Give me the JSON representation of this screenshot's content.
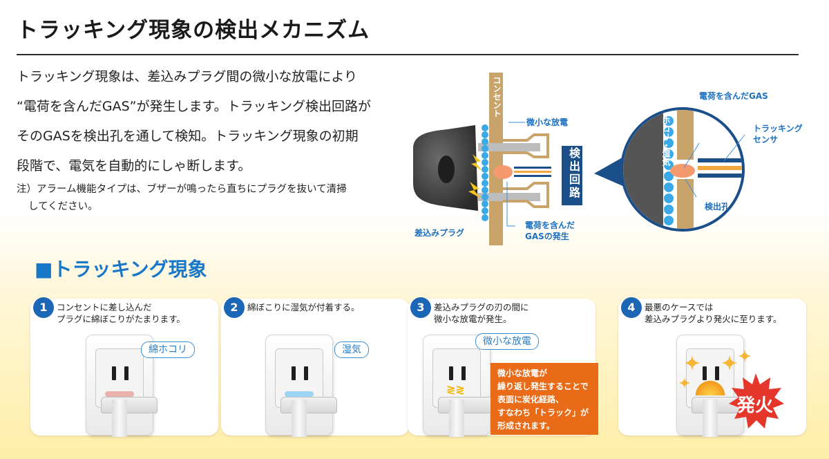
{
  "title": "トラッキング現象の検出メカニズム",
  "intro": {
    "lines": [
      "トラッキング現象は、差込みプラグ間の微小な放電により",
      "“電荷を含んだGAS”が発生します。トラッキング検出回路が",
      "そのGASを検出孔を通して検知。トラッキング現象の初期",
      "段階で、電気を自動的にしゃ断します。"
    ],
    "note_line1": "注）アラーム機能タイプは、ブザーが鳴ったら直ちにプラグを抜いて清掃",
    "note_line2": "してください。"
  },
  "diagram": {
    "outlet_label": "コンセント",
    "discharge_label": "微小な放電",
    "circuit_label": "検出回路",
    "plug_label": "差込みプラグ",
    "gas_gen_line1": "電荷を含んだ",
    "gas_gen_line2": "GASの発生",
    "zoom_gas_label": "電荷を含んだGAS",
    "zoom_sensor_line1": "トラッキング",
    "zoom_sensor_line2": "センサ",
    "zoom_dust_label": "ホコリ・湿気",
    "zoom_hole_label": "検出孔"
  },
  "section_title": "■トラッキング現象",
  "steps": [
    {
      "num": "1",
      "line1": "コンセントに差し込んだ",
      "line2": "プラグに綿ぼこりがたまります。",
      "callout": "綿ホコリ"
    },
    {
      "num": "2",
      "line1": "綿ぼこりに湿気が付着する。",
      "line2": "",
      "callout": "湿気"
    },
    {
      "num": "3",
      "line1": "差込みプラグの刃の間に",
      "line2": "微小な放電が発生。",
      "callout": "微小な放電",
      "box_lines": [
        "微小な放電が",
        "繰り返し発生することで",
        "表面に炭化経路、",
        "すなわち「トラック」が",
        "形成されます。"
      ]
    },
    {
      "num": "4",
      "line1": "最悪のケースでは",
      "line2": "差込みプラグより発火に至ります。",
      "callout": "",
      "fire_label": "発火"
    }
  ],
  "colors": {
    "accent_blue": "#1b66b5",
    "callout_blue": "#3a8fd3",
    "warning_orange": "#e96b17",
    "wood": "#c9a46a",
    "dark_navy": "#1a4f8a"
  }
}
